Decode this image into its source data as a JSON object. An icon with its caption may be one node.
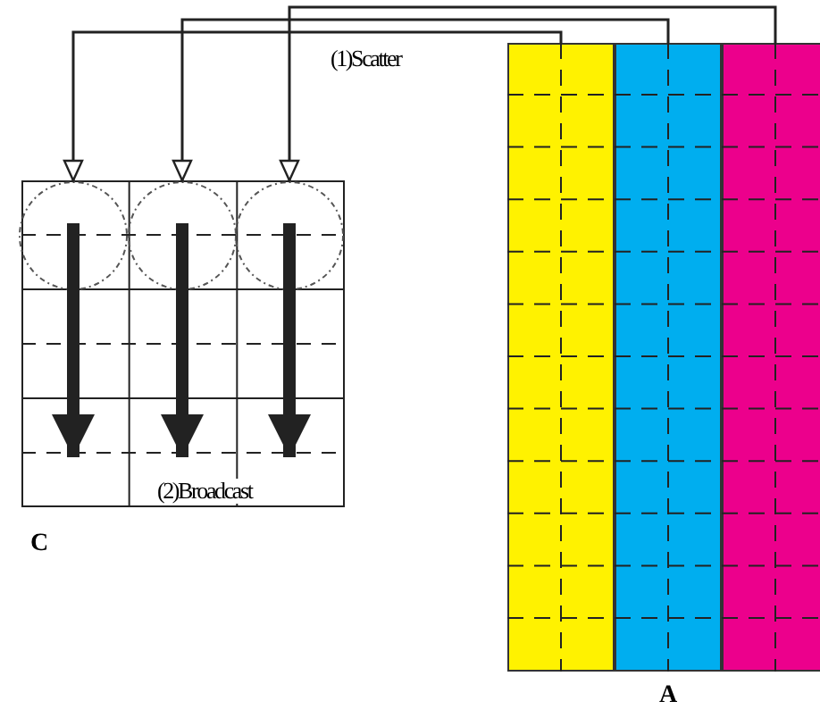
{
  "diagram": {
    "nodes": [
      {
        "text": [
          "C"
        ]
      },
      {
        "text": [],
        "shape": "circle",
        "in": 0
      },
      {
        "text": [],
        "shape": "circle",
        "in": 0
      },
      {
        "text": [],
        "shape": "circle",
        "in": 0
      },
      {
        "text": [
          "A"
        ]
      },
      {
        "text": [],
        "shape": "bar",
        "in": 4
      },
      {
        "text": [],
        "shape": "bar",
        "in": 4
      },
      {
        "text": [],
        "shape": "bar",
        "in": 4
      }
    ],
    "edges": [
      {
        "from": 7,
        "to": 3,
        "arrow": "to"
      },
      {
        "from": 6,
        "to": 2,
        "arrow": "to"
      },
      {
        "from": 5,
        "to": 1,
        "arrow": "to"
      },
      {
        "from": 1,
        "to": null,
        "arrow": "to",
        "style": "thick"
      },
      {
        "from": 2,
        "to": null,
        "arrow": "to",
        "style": "thick",
        "label": "(2)Broadcast"
      },
      {
        "from": 3,
        "to": null,
        "arrow": "to",
        "style": "thick"
      }
    ],
    "labels": [
      "(1)Scatter"
    ]
  }
}
